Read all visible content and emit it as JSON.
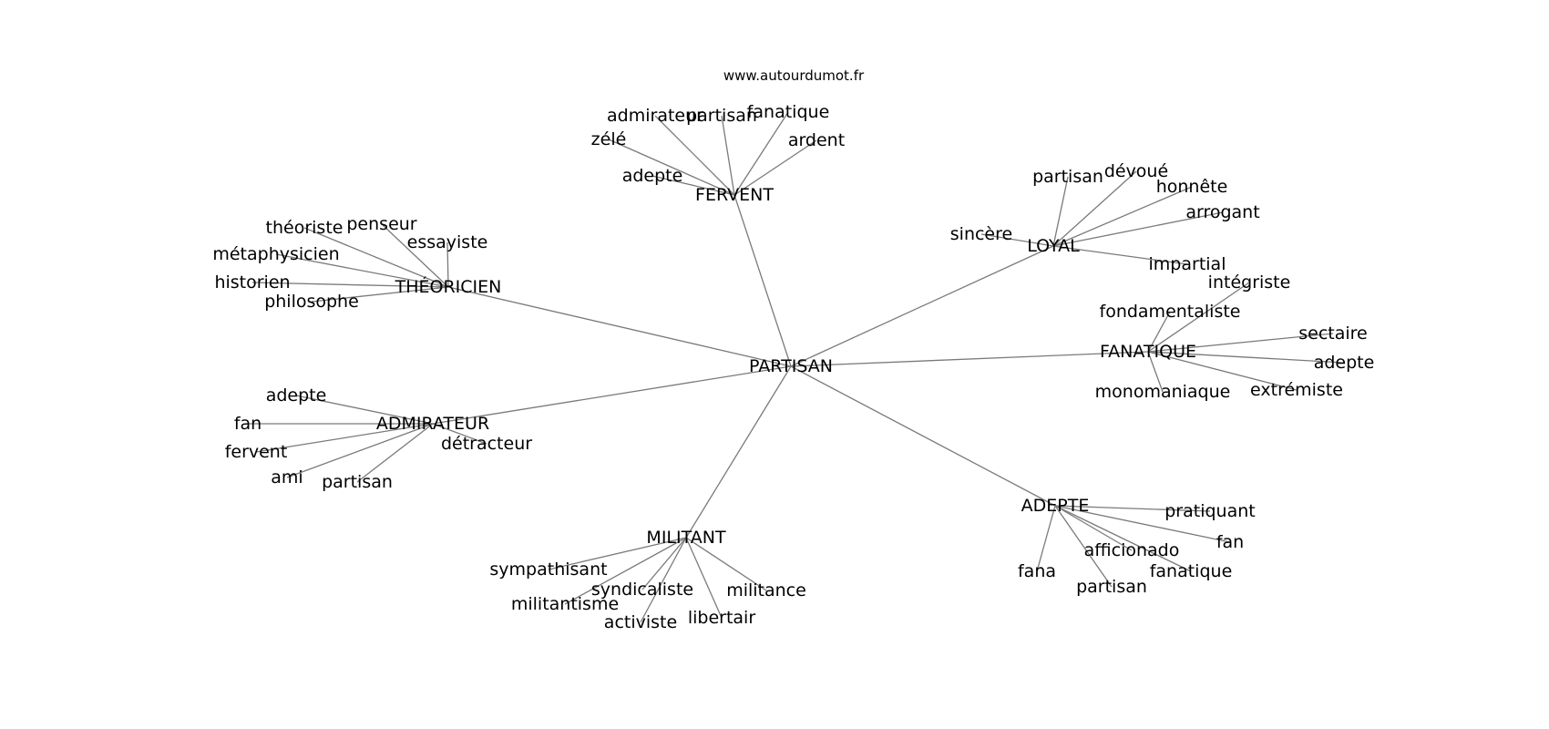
{
  "source": "www.autourdumot.fr",
  "center": "PARTISAN",
  "groups": [
    {
      "hub": "FERVENT",
      "words": [
        "admirateur",
        "partisan",
        "fanatique",
        "zélé",
        "ardent",
        "adepte"
      ]
    },
    {
      "hub": "LOYAL",
      "words": [
        "partisan",
        "dévoué",
        "honnête",
        "arrogant",
        "sincère",
        "impartial"
      ]
    },
    {
      "hub": "THÉORICIEN",
      "words": [
        "théoriste",
        "penseur",
        "essayiste",
        "métaphysicien",
        "historien",
        "philosophe"
      ]
    },
    {
      "hub": "FANATIQUE",
      "words": [
        "intégriste",
        "fondamentaliste",
        "sectaire",
        "adepte",
        "monomaniaque",
        "extrémiste"
      ]
    },
    {
      "hub": "ADMIRATEUR",
      "words": [
        "adepte",
        "fan",
        "fervent",
        "ami",
        "partisan",
        "détracteur"
      ]
    },
    {
      "hub": "MILITANT",
      "words": [
        "sympathisant",
        "syndicaliste",
        "militantisme",
        "activiste",
        "libertair",
        "militance"
      ]
    },
    {
      "hub": "ADEPTE",
      "words": [
        "pratiquant",
        "fan",
        "afficionado",
        "fanatique",
        "fana",
        "partisan"
      ]
    }
  ]
}
